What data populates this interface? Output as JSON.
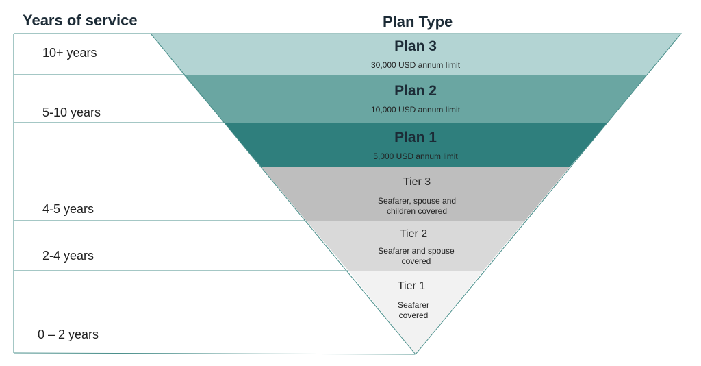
{
  "headers": {
    "years": "Years of service",
    "plan": "Plan Type"
  },
  "years": [
    "10+ years",
    "5-10 years",
    "4-5 years",
    "2-4 years",
    "0 – 2 years"
  ],
  "bands": [
    {
      "title": "Plan 3",
      "subtitle": "30,000 USD annum limit",
      "color": "#b3d4d3"
    },
    {
      "title": "Plan 2",
      "subtitle": "10,000 USD annum limit",
      "color": "#6aa6a2"
    },
    {
      "title": "Plan 1",
      "subtitle": "5,000 USD annum limit",
      "color": "#2f7f7d"
    },
    {
      "title": "Tier 3",
      "subtitle": "Seafarer, spouse and\nchildren covered",
      "color": "#bebebe"
    },
    {
      "title": "Tier 2",
      "subtitle": "Seafarer and spouse\ncovered",
      "color": "#d9d9d9"
    },
    {
      "title": "Tier 1",
      "subtitle": "Seafarer\ncovered",
      "color": "#f2f2f2"
    }
  ],
  "line_color": "#4a8f8b"
}
